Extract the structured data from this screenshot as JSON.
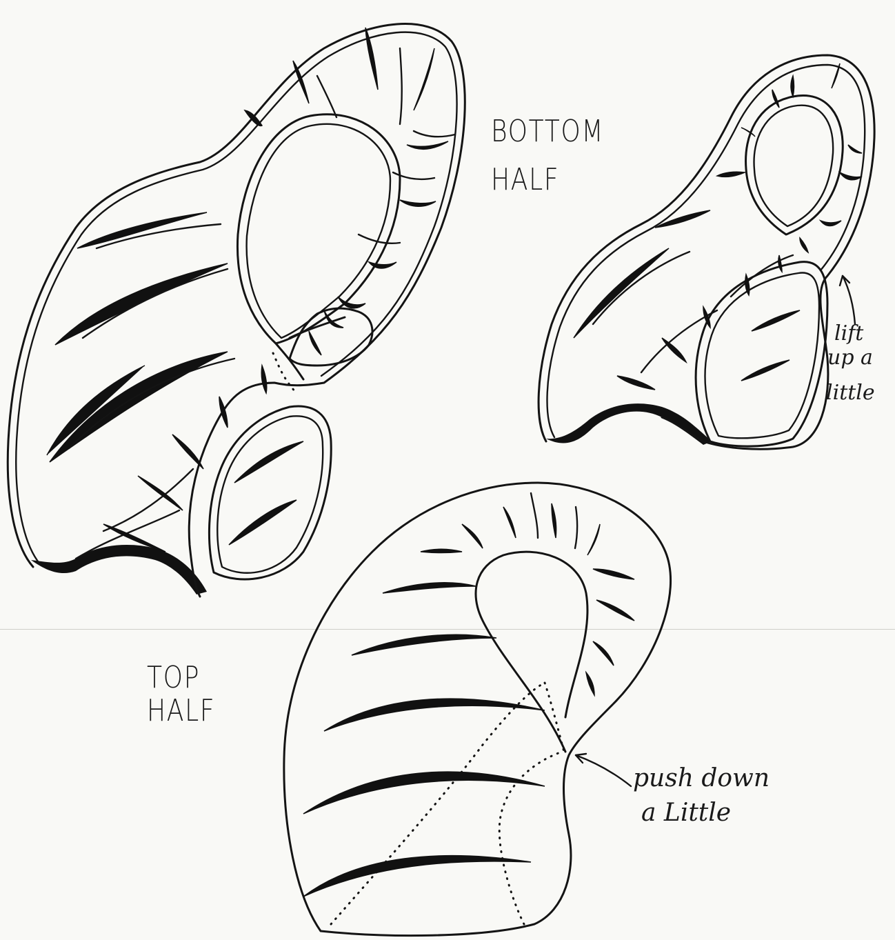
{
  "labels": {
    "bottom_half_line1": "BOTTOM",
    "bottom_half_line2": "HALF",
    "top_half_line1": "TOP",
    "top_half_line2": "HALF",
    "lift_line1": "lift",
    "lift_line2": "up a",
    "lift_line3": "little",
    "push_line1": "push down",
    "push_line2": "a Little"
  },
  "colors": {
    "ink": "#141414",
    "paper": "#f9f9f6"
  }
}
